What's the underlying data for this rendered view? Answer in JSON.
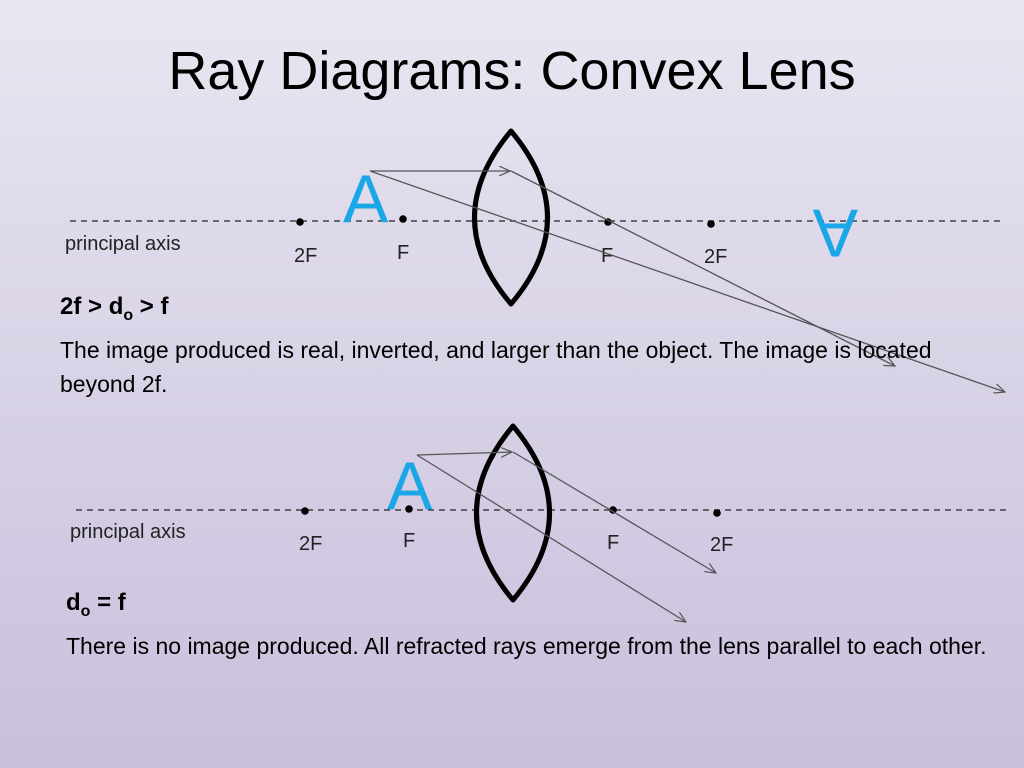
{
  "slide": {
    "title": "Ray Diagrams: Convex Lens"
  },
  "diagram_top": {
    "axis_label": "principal axis",
    "points": [
      "2F",
      "F",
      "F",
      "2F"
    ],
    "object_letter": "A",
    "image_letter": "A"
  },
  "caption_top": {
    "heading_pre": "2f > d",
    "heading_sub": "o",
    "heading_post": " > f",
    "body": "The image produced is real, inverted, and larger than the object.  The image is located beyond 2f."
  },
  "diagram_bottom": {
    "axis_label": "principal axis",
    "points": [
      "2F",
      "F",
      "F",
      "2F"
    ],
    "object_letter": "A"
  },
  "caption_bottom": {
    "heading_pre": "d",
    "heading_sub": "o",
    "heading_post": " = f",
    "body": "There is no image produced.  All refracted rays emerge from the lens parallel to each other."
  },
  "colors": {
    "object": "#1aa7e8",
    "ray": "#555555",
    "lens": "#000000"
  }
}
